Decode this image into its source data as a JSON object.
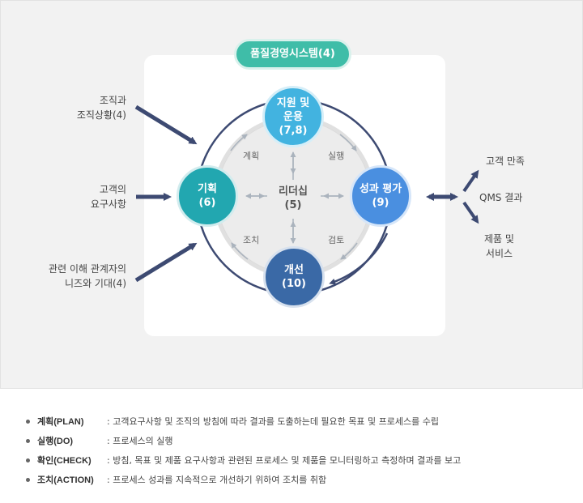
{
  "diagram": {
    "title": "품질경영시스템(4)",
    "nodes": {
      "support": [
        "지원 및",
        "운용",
        "(7,8)"
      ],
      "plan": [
        "기획",
        "(6)"
      ],
      "eval": [
        "성과 평가",
        "(9)"
      ],
      "improve": [
        "개선",
        "(10)"
      ]
    },
    "center": [
      "리더십",
      "(5)"
    ],
    "steps": {
      "plan": "계획",
      "do": "실행",
      "act": "조치",
      "check": "검토"
    },
    "inputs": {
      "org": [
        "조직과",
        "조직상황(4)"
      ],
      "customer": [
        "고객의",
        "요구사항"
      ],
      "parties": [
        "관련 이해 관계자의",
        "니즈와 기대(4)"
      ]
    },
    "outputs": {
      "satisfaction": "고객 만족",
      "qms": "QMS 결과",
      "products": [
        "제품 및",
        "서비스"
      ]
    }
  },
  "legend": [
    {
      "term": "계획(PLAN)",
      "desc": ": 고객요구사항 및 조직의 방침에 따라 결과를 도출하는데 필요한 목표 및 프로세스를 수립"
    },
    {
      "term": "실행(DO)",
      "desc": ": 프로세스의 실행"
    },
    {
      "term": "확인(CHECK)",
      "desc": ": 방침, 목표 및 제품 요구사항과 관련된 프로세스 및 제품을 모니터링하고 측정하며 결과를 보고"
    },
    {
      "term": "조치(ACTION)",
      "desc": ": 프로세스 성과를 지속적으로 개선하기 위하여 조치를 취함"
    }
  ],
  "colors": {
    "teal": "#3fbda8",
    "support": "#42b3e0",
    "plan": "#22a7b0",
    "eval": "#4a8fe0",
    "improve": "#3a69a6",
    "arrow": "#3d4a72"
  }
}
